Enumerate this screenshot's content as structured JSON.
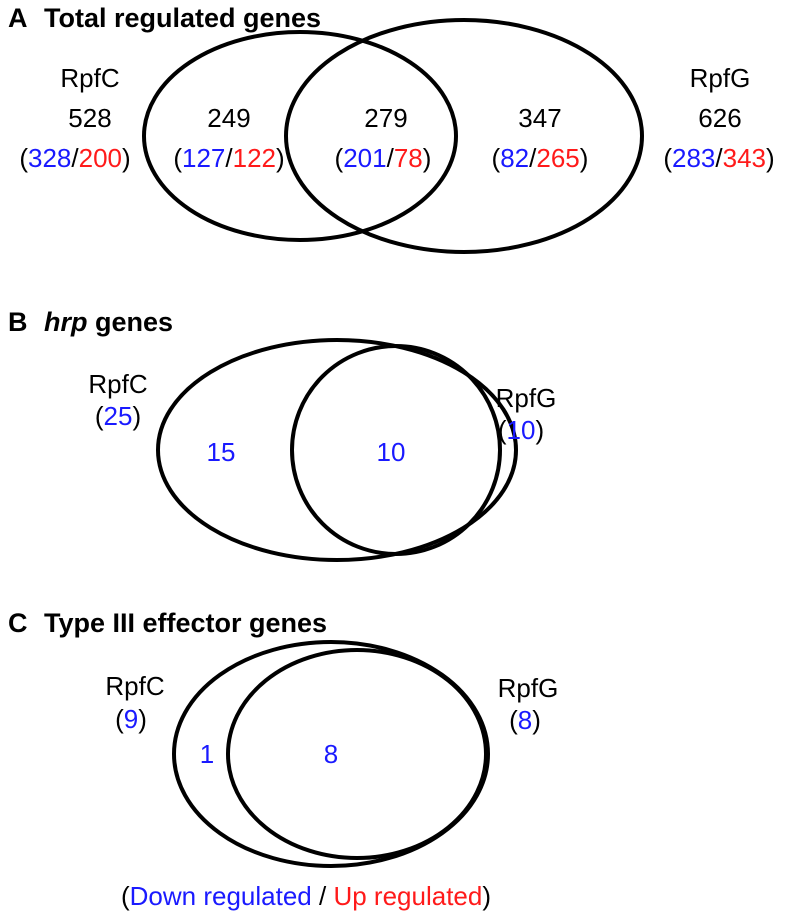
{
  "colors": {
    "down": "#1a1aff",
    "up": "#ff1a1a",
    "outline": "#000000"
  },
  "panels": {
    "a": {
      "letter": "A",
      "title": "Total regulated genes",
      "left_set": {
        "name": "RpfC",
        "total": "528",
        "down": "328",
        "up": "200"
      },
      "right_set": {
        "name": "RpfG",
        "total": "626",
        "down": "283",
        "up": "343"
      },
      "left_only": {
        "total": "249",
        "down": "127",
        "up": "122"
      },
      "overlap": {
        "total": "279",
        "down": "201",
        "up": "78"
      },
      "right_only": {
        "total": "347",
        "down": "82",
        "up": "265"
      }
    },
    "b": {
      "letter": "B",
      "title_italic": "hrp",
      "title_rest": " genes",
      "left_set": {
        "name": "RpfC",
        "count": "25"
      },
      "right_set": {
        "name": "RpfG",
        "count": "10"
      },
      "left_only": "15",
      "overlap": "10"
    },
    "c": {
      "letter": "C",
      "title": "Type III effector genes",
      "left_set": {
        "name": "RpfC",
        "count": "9"
      },
      "right_set": {
        "name": "RpfG",
        "count": "8"
      },
      "left_only": "1",
      "overlap": "8"
    }
  },
  "legend": {
    "down": "Down regulated",
    "sep": " / ",
    "up": "Up regulated"
  }
}
